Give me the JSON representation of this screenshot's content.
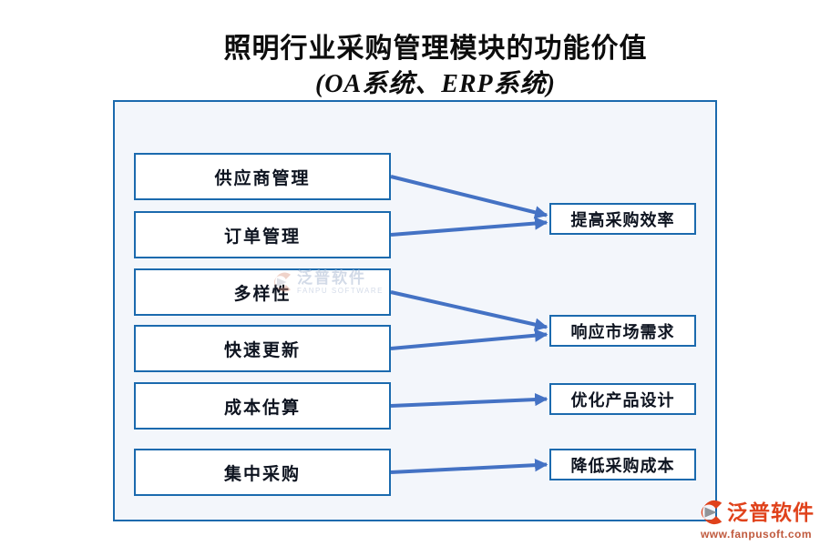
{
  "title": {
    "line1": "照明行业采购管理模块的功能价值",
    "line2": "(OA系统、ERP系统)"
  },
  "diagram": {
    "left_boxes": [
      {
        "label": "供应商管理"
      },
      {
        "label": "订单管理"
      },
      {
        "label": "多样性"
      },
      {
        "label": "快速更新"
      },
      {
        "label": "成本估算"
      },
      {
        "label": "集中采购"
      }
    ],
    "right_boxes": [
      {
        "label": "提高采购效率"
      },
      {
        "label": "响应市场需求"
      },
      {
        "label": "优化产品设计"
      },
      {
        "label": "降低采购成本"
      }
    ],
    "connections": [
      {
        "from": 0,
        "to": 0
      },
      {
        "from": 1,
        "to": 0
      },
      {
        "from": 2,
        "to": 1
      },
      {
        "from": 3,
        "to": 1
      },
      {
        "from": 4,
        "to": 2
      },
      {
        "from": 5,
        "to": 3
      }
    ]
  },
  "watermark": {
    "brand": "泛普软件",
    "brand_en": "FANPU SOFTWARE"
  },
  "footer_logo": {
    "brand": "泛普软件",
    "website": "www.fanpusoft.com"
  },
  "colors": {
    "box_border": "#1b6aae",
    "container_bg": "#f3f6fb",
    "arrow": "#4472c4",
    "brand_orange": "#e0421b",
    "title_text": "#0d0d0d"
  }
}
